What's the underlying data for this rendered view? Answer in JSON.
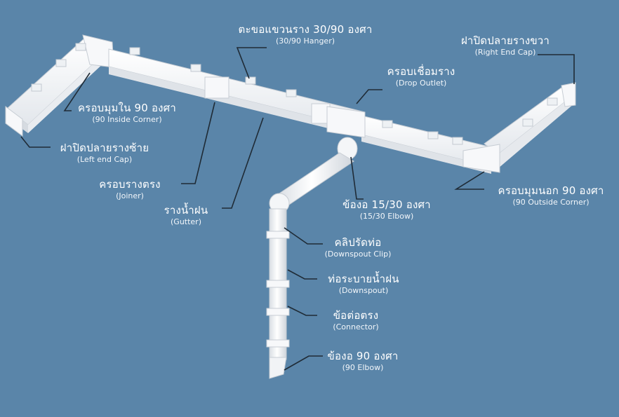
{
  "background_color": "#5a85a9",
  "part_color": "#f4f5f7",
  "labels": {
    "hanger": {
      "th": "ตะขอแขวนราง 30/90 องศา",
      "en": "(30/90 Hanger)"
    },
    "right_end_cap": {
      "th": "ฝาปิดปลายรางขวา",
      "en": "(Right End Cap)"
    },
    "drop_outlet": {
      "th": "ครอบเชื่อมราง",
      "en": "(Drop Outlet)"
    },
    "inside_corner": {
      "th": "ครอบมุมใน 90 องศา",
      "en": "(90 Inside Corner)"
    },
    "left_end_cap": {
      "th": "ฝาปิดปลายรางซ้าย",
      "en": "(Left end Cap)"
    },
    "joiner": {
      "th": "ครอบรางตรง",
      "en": "(Joiner)"
    },
    "gutter": {
      "th": "รางน้ำฝน",
      "en": "(Gutter)"
    },
    "elbow_15_30": {
      "th": "ข้องอ 15/30 องศา",
      "en": "(15/30 Elbow)"
    },
    "outside_corner": {
      "th": "ครอบมุมนอก 90 องศา",
      "en": "(90 Outside Corner)"
    },
    "downspout_clip": {
      "th": "คลิปรัดท่อ",
      "en": "(Downspout Clip)"
    },
    "downspout": {
      "th": "ท่อระบายน้ำฝน",
      "en": "(Downspout)"
    },
    "connector": {
      "th": "ข้อต่อตรง",
      "en": "(Connector)"
    },
    "elbow_90": {
      "th": "ข้องอ 90 องศา",
      "en": "(90 Elbow)"
    }
  }
}
